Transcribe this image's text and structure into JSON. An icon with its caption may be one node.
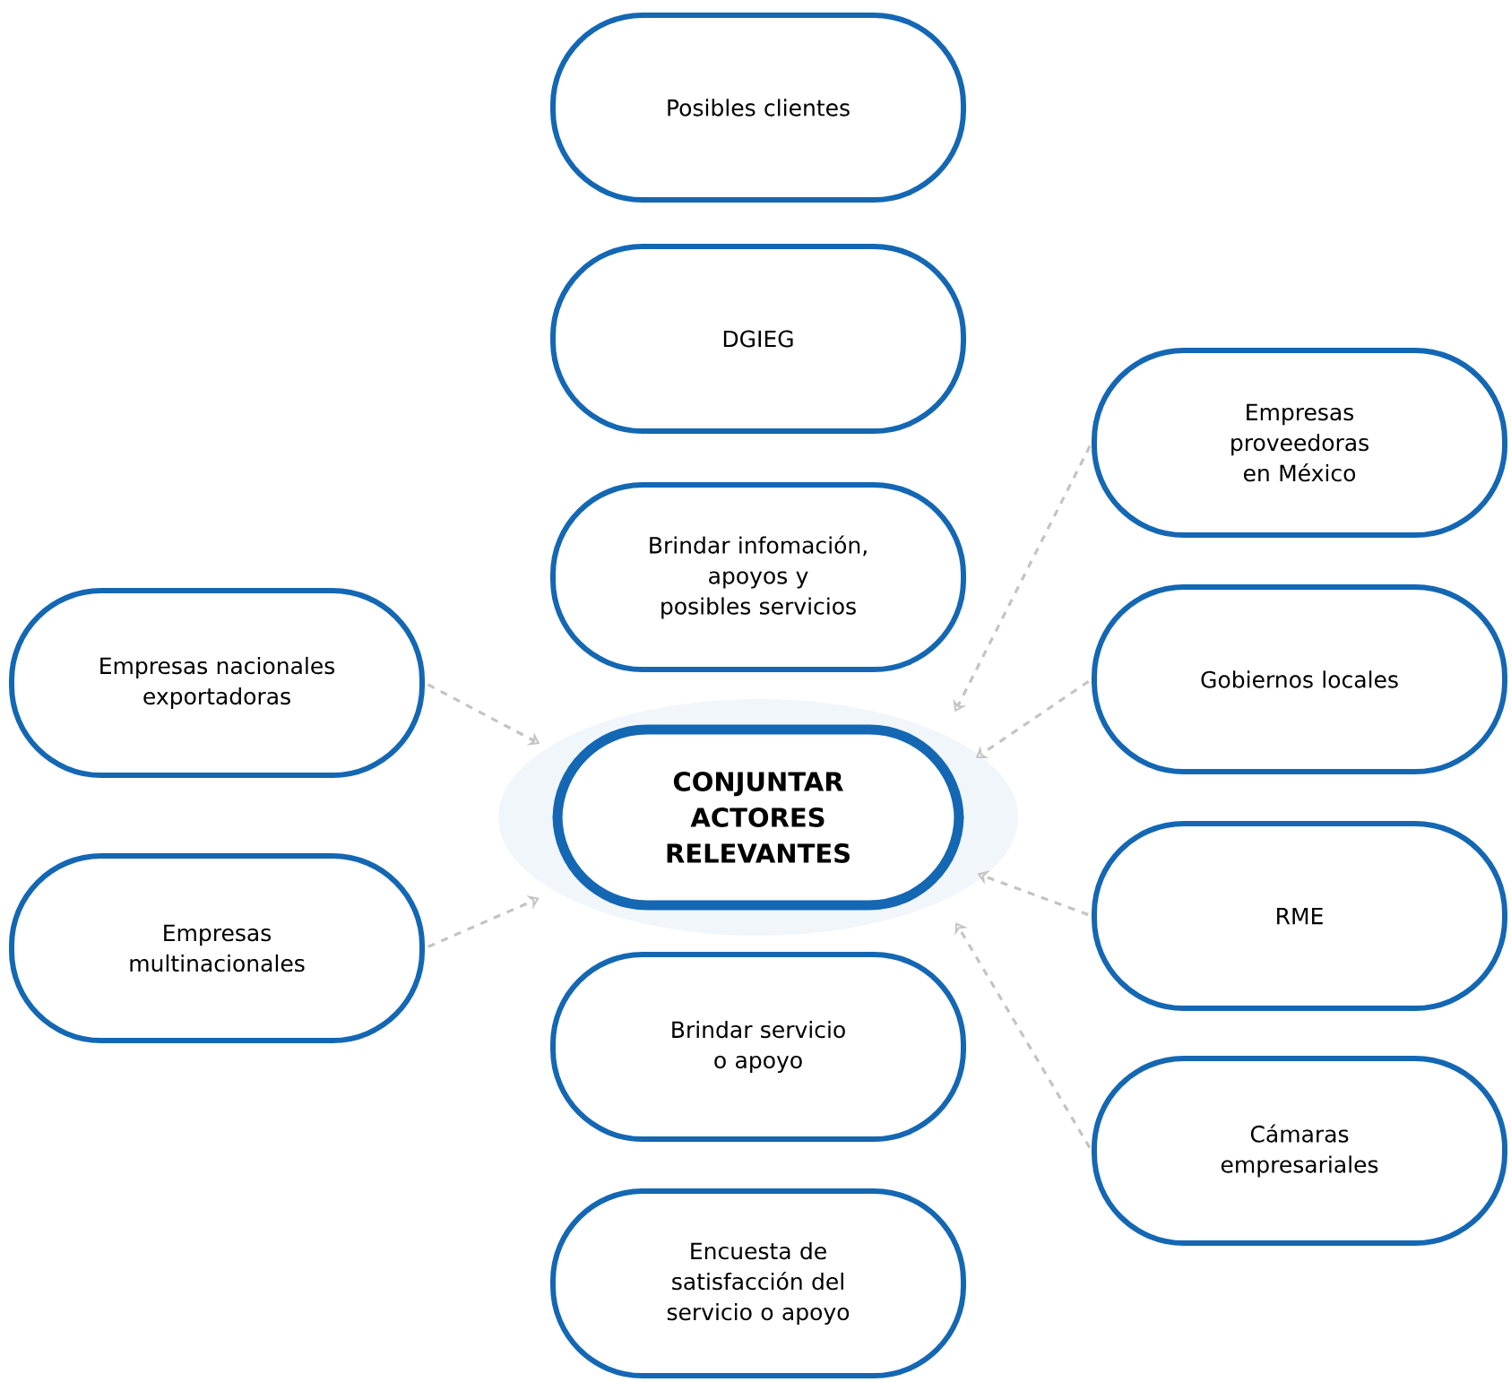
{
  "diagram": {
    "nodes": [
      {
        "text": [
          "Posibles clientes"
        ]
      },
      {
        "text": [
          "DGIEG"
        ]
      },
      {
        "text": [
          "Brindar infomación, apoyos y posibles servicios"
        ]
      },
      {
        "text": [
          "Empresas nacionales exportadoras"
        ]
      },
      {
        "text": [
          "CONJUNTAR ACTORES RELEVANTES"
        ]
      },
      {
        "text": [
          "Empresas multinacionales"
        ]
      },
      {
        "text": [
          "Brindar servicio o apoyo"
        ]
      },
      {
        "text": [
          "Encuesta de satisfacción del servicio o apoyo"
        ]
      },
      {
        "text": [
          "Empresas proveedoras en México"
        ]
      },
      {
        "text": [
          "Gobiernos locales"
        ]
      },
      {
        "text": [
          "RME"
        ]
      },
      {
        "text": [
          "Cámaras empresariales"
        ]
      }
    ],
    "edges": [
      {
        "from": 3,
        "to": 4,
        "arrow": "to",
        "style": "dashed"
      },
      {
        "from": 5,
        "to": 4,
        "arrow": "to",
        "style": "dashed"
      },
      {
        "from": 8,
        "to": 4,
        "arrow": "to",
        "style": "dashed"
      },
      {
        "from": 9,
        "to": 4,
        "arrow": "to",
        "style": "dashed"
      },
      {
        "from": 10,
        "to": 4,
        "arrow": "to",
        "style": "dashed"
      },
      {
        "from": 11,
        "to": 4,
        "arrow": "to",
        "style": "dashed"
      }
    ]
  }
}
